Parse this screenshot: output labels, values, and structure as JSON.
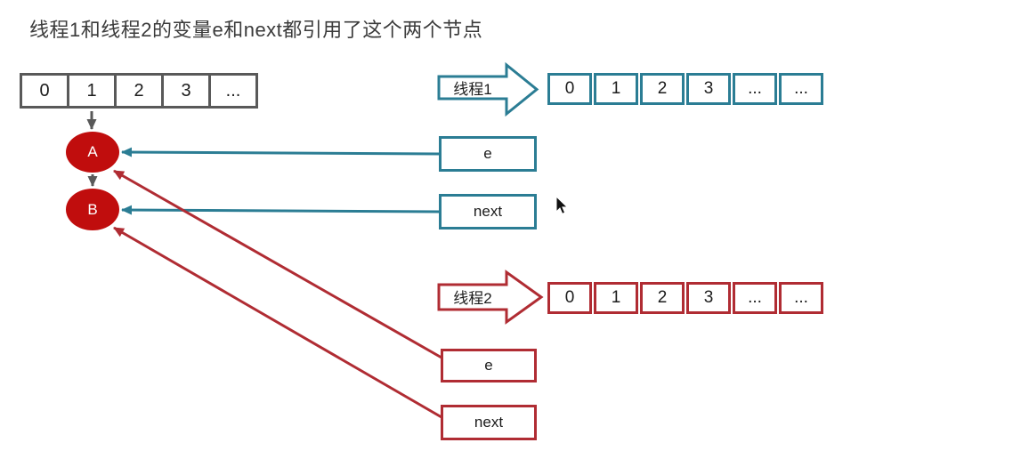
{
  "title": "线程1和线程2的变量e和next都引用了这个两个节点",
  "colors": {
    "gray": "#595959",
    "teal": "#2b7d94",
    "red": "#b02c33",
    "node_fill": "#c00d0d",
    "title_text": "#3b3b3b"
  },
  "bucket_array": {
    "cells": [
      "0",
      "1",
      "2",
      "3",
      "..."
    ]
  },
  "nodes": {
    "node_a": "A",
    "node_b": "B"
  },
  "thread1": {
    "label": "线程1",
    "array_cells": [
      "0",
      "1",
      "2",
      "3",
      "...",
      "..."
    ],
    "e_box": "e",
    "next_box": "next"
  },
  "thread2": {
    "label": "线程2",
    "array_cells": [
      "0",
      "1",
      "2",
      "3",
      "...",
      "..."
    ],
    "e_box": "e",
    "next_box": "next"
  },
  "cursor_icon": "mouse-pointer"
}
